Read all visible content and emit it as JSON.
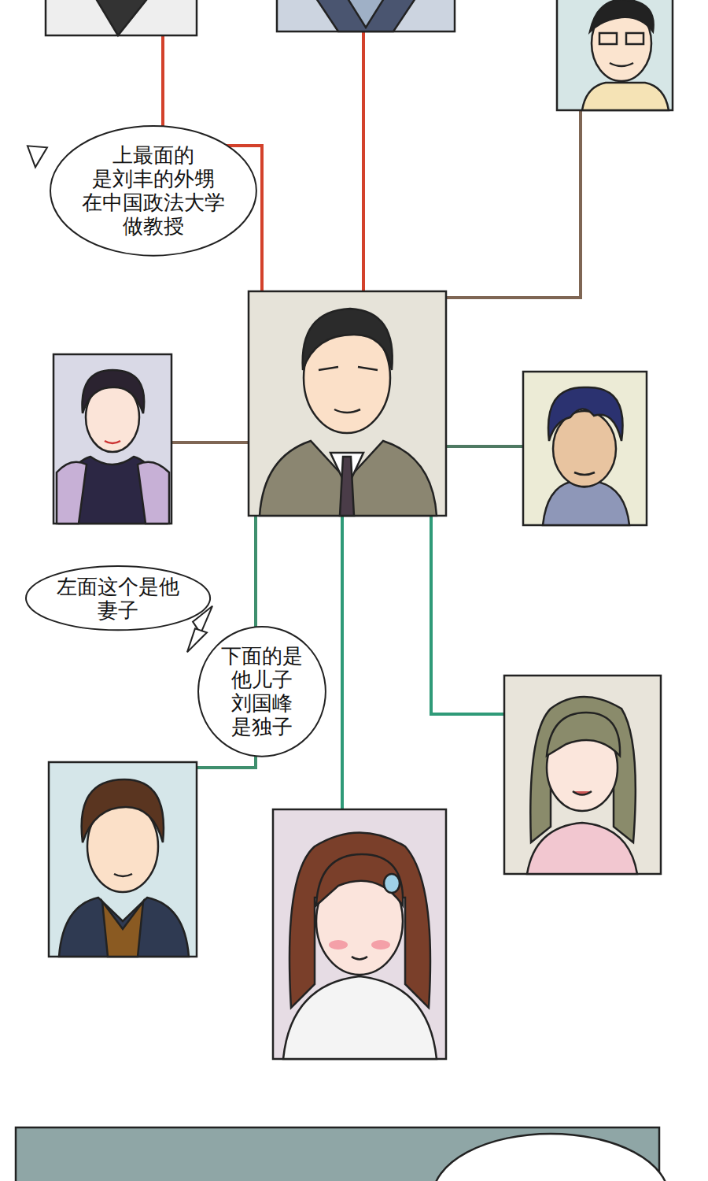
{
  "diagram": {
    "nodes": [
      {
        "text": [
          "上最面的 是刘丰的外甥 在中国政法大学 做教授"
        ]
      },
      {
        "text": [
          "左面这个是他 妻子"
        ]
      },
      {
        "text": [
          "下面的是 他儿子 刘国峰 是独子"
        ]
      }
    ]
  }
}
